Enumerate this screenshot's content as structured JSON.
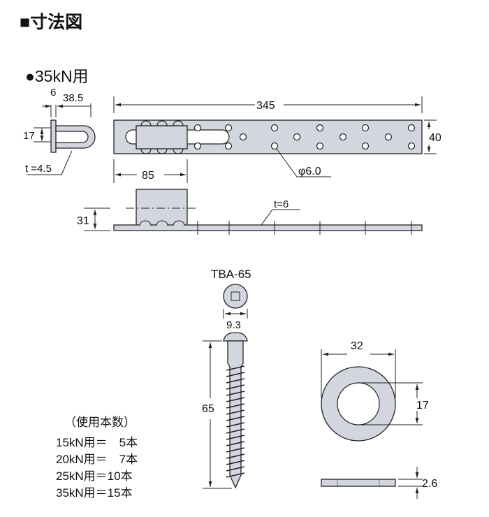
{
  "title": "■寸法図",
  "section_title": "●35kN用",
  "side_view": {
    "dim_thickness": "6",
    "dim_depth": "38.5",
    "dim_height": "17",
    "note": "t =4.5"
  },
  "top_view": {
    "dim_length": "345",
    "dim_width": "40",
    "dim_offset": "85",
    "hole_label": "φ6.0"
  },
  "elevation": {
    "dim_height": "31",
    "thickness_label": "t=6"
  },
  "screw": {
    "name": "TBA-65",
    "dim_head": "9.3",
    "dim_length": "65"
  },
  "washer": {
    "dim_outer": "32",
    "dim_inner": "17",
    "dim_thickness": "2.6"
  },
  "usage": {
    "heading": "（使用本数）",
    "rows": [
      "15kN用＝　5本",
      "20kN用＝　7本",
      "25kN用＝10本",
      "35kN用＝15本"
    ]
  },
  "colors": {
    "fill": "#d3d6de",
    "line": "#222222"
  }
}
